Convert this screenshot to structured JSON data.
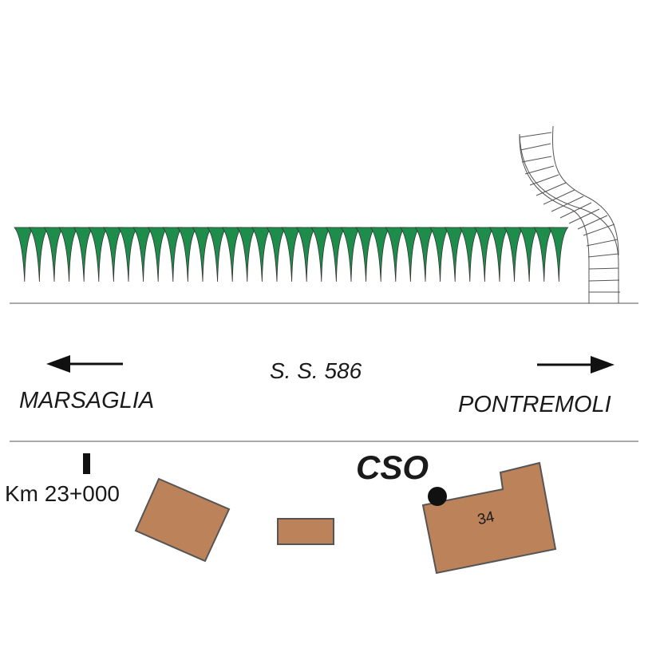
{
  "road": {
    "name": "S. S. 586",
    "left_destination": "MARSAGLIA",
    "right_destination": "PONTREMOLI"
  },
  "kilometer_marker": {
    "label": "Km 23+000"
  },
  "site": {
    "label": "CSO"
  },
  "buildings": [
    {
      "number": ""
    },
    {
      "number": ""
    },
    {
      "number": "34"
    }
  ],
  "colors": {
    "building_fill": "#BC8259",
    "building_stroke": "#555555",
    "tree_green": "#1E8C4A",
    "line": "#555555",
    "text": "#1a1a1a"
  }
}
